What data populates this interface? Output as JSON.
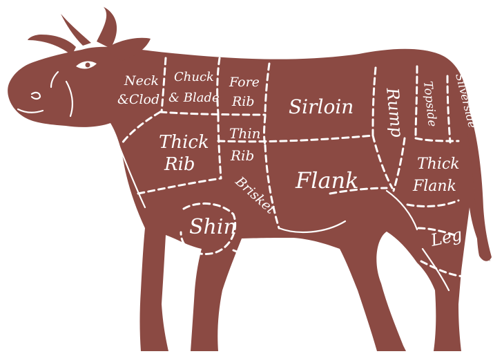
{
  "diagram": {
    "colors": {
      "body": "#8b4a43",
      "lines": "#ffffff",
      "background": "#ffffff"
    },
    "cuts": {
      "neck_clod": [
        "Neck",
        "&Clod"
      ],
      "chuck_blade": [
        "Chuck",
        "& Blade"
      ],
      "fore_rib": [
        "Fore",
        "Rib"
      ],
      "sirloin": "Sirloin",
      "rump": "Rump",
      "topside": "Topside",
      "silverside": "Silverside",
      "thick_rib": [
        "Thick",
        "Rib"
      ],
      "thin_rib": [
        "Thin",
        "Rib"
      ],
      "flank": "Flank",
      "thick_flank": [
        "Thick",
        "Flank"
      ],
      "brisket": "Brisket",
      "shin": "Shin",
      "leg": "Leg"
    }
  }
}
